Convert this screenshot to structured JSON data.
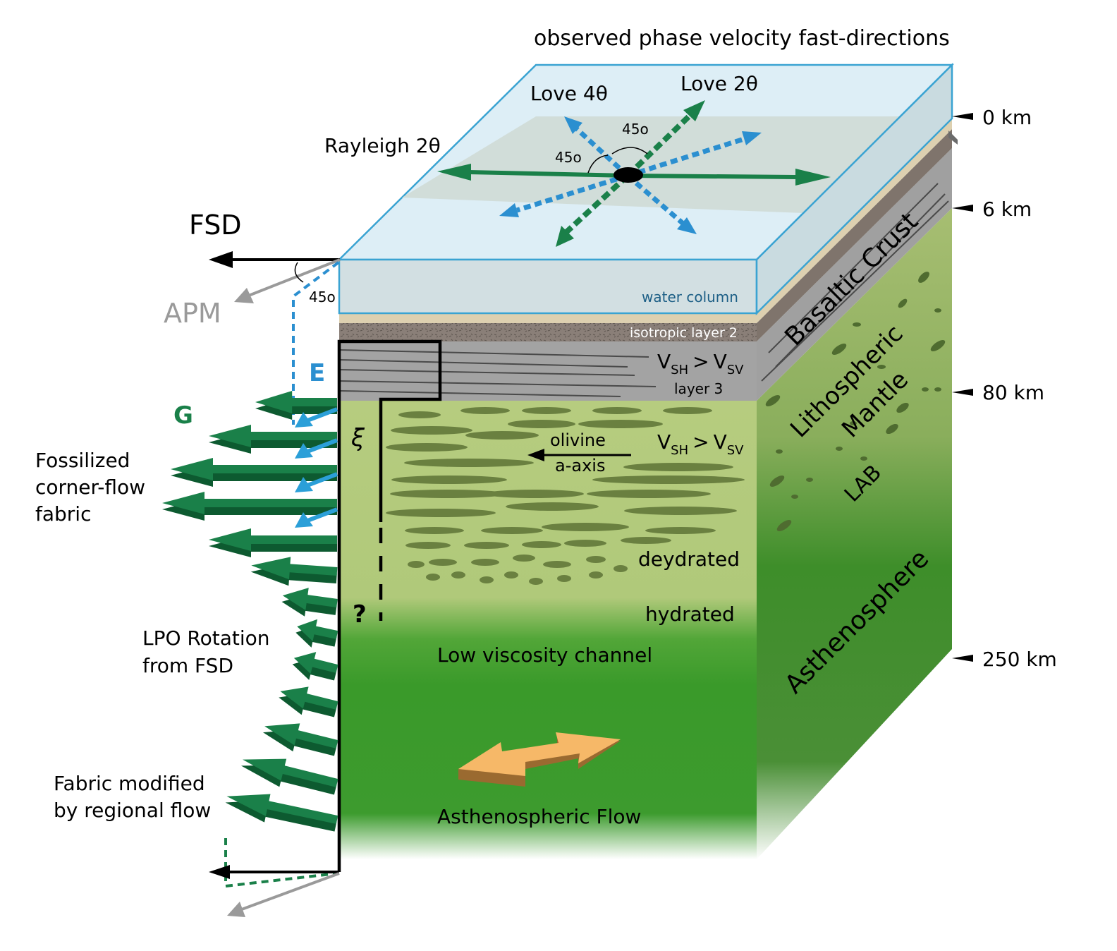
{
  "title": "observed phase velocity fast-directions",
  "top_face": {
    "love_4theta": "Love 4θ",
    "love_2theta": "Love 2θ",
    "rayleigh_2theta": "Rayleigh 2θ",
    "angle_upper": "45o",
    "angle_lower": "45o",
    "water_column": "water column"
  },
  "layers": {
    "isotropic_layer_2": "isotropic layer 2",
    "layer3_vsh": "V",
    "layer3_sub1": "SH",
    "layer3_gt": ">",
    "layer3_vsv": "V",
    "layer3_sub2": "SV",
    "layer3_label": "layer 3",
    "olivine_1": "olivine",
    "olivine_2": "a-axis",
    "mantle_vsh": "V",
    "mantle_sub1": "SH",
    "mantle_gt": ">",
    "mantle_vsv": "V",
    "mantle_sub2": "SV",
    "deydrated": "deydrated",
    "hydrated": "hydrated",
    "low_viscosity": "Low viscosity channel",
    "asthenospheric_flow": "Asthenospheric Flow"
  },
  "side_face": {
    "basaltic_crust": "Basaltic Crust",
    "lithospheric": "Lithospheric",
    "mantle": "Mantle",
    "lab": "LAB",
    "asthenosphere": "Asthenosphere"
  },
  "depths": [
    "0 km",
    "6 km",
    "80 km",
    "250 km"
  ],
  "left": {
    "fsd": "FSD",
    "apm": "APM",
    "angle": "45o",
    "e": "E",
    "g": "G",
    "xi": "ξ",
    "question": "?",
    "fossilized_1": "Fossilized",
    "fossilized_2": "corner-flow",
    "fossilized_3": "fabric",
    "lpo_1": "LPO Rotation",
    "lpo_2": "from FSD",
    "fabric_1": "Fabric modified",
    "fabric_2": "by regional flow"
  },
  "colors": {
    "green_arrow": "#1a8049",
    "blue_arrow": "#2b9fd8",
    "gray": "#9a9a9a",
    "asthenosphere": "#3a9a2a"
  }
}
